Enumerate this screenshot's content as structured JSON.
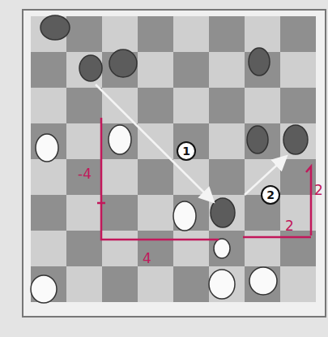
{
  "diagram": {
    "nodes": [
      {
        "text": [
          "1"
        ]
      },
      {
        "text": [
          "2"
        ]
      }
    ],
    "labels": [
      "-4",
      "4",
      "2",
      "2"
    ]
  }
}
